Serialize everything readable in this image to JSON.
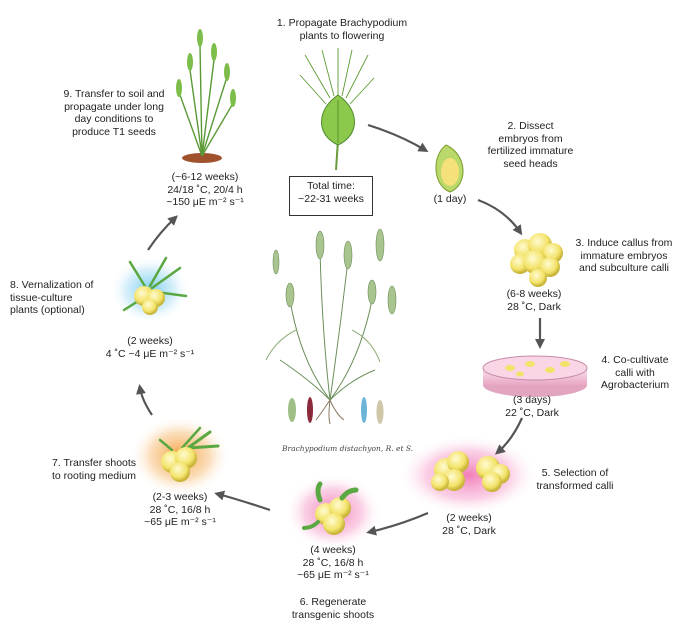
{
  "total": {
    "line1": "Total time:",
    "line2": "~22-31 weeks"
  },
  "steps": [
    {
      "label": [
        "1. Propagate Brachypodium",
        "plants to flowering"
      ],
      "cond": []
    },
    {
      "label": [
        "2. Dissect",
        "embryos from",
        "fertilized immature",
        "seed heads"
      ],
      "cond": [
        "(1 day)"
      ]
    },
    {
      "label": [
        "3. Induce callus from",
        "immature embryos",
        "and subculture calli"
      ],
      "cond": [
        "(6-8 weeks)",
        "28 ˚C, Dark"
      ]
    },
    {
      "label": [
        "4. Co-cultivate",
        "calli with",
        "Agrobacterium"
      ],
      "cond": [
        "(3 days)",
        "22 ˚C, Dark"
      ]
    },
    {
      "label": [
        "5. Selection of",
        "transformed calli"
      ],
      "cond": [
        "(2 weeks)",
        "28 ˚C, Dark"
      ]
    },
    {
      "label": [
        "6. Regenerate",
        "transgenic shoots"
      ],
      "cond": [
        "(4 weeks)",
        "28 ˚C, 16/8 h",
        "~65 μE m⁻² s⁻¹"
      ]
    },
    {
      "label": [
        "7. Transfer shoots",
        "to rooting medium"
      ],
      "cond": [
        "(2-3 weeks)",
        "28 ˚C, 16/8 h",
        "~65 μE m⁻² s⁻¹"
      ]
    },
    {
      "label": [
        "8. Vernalization of",
        "tissue-culture",
        "plants (optional)"
      ],
      "cond": [
        "(2 weeks)",
        "4 ˚C ~4 μE m⁻² s⁻¹"
      ]
    },
    {
      "label": [
        "9. Transfer to soil and",
        "propagate under long",
        "day conditions to",
        "produce T1 seeds"
      ],
      "cond": [
        "(~6-12 weeks)",
        "24/18 ˚C, 20/4 h",
        "~150 μE m⁻² s⁻¹"
      ]
    }
  ],
  "caption": "Brachypodium distachyon, R. et S.",
  "colors": {
    "arrow": "#555555",
    "callus": "#f3e36a",
    "leaf": "#5aa842",
    "pink_glow": "#f06fb0",
    "orange_glow": "#f39a2f",
    "blue_glow": "#6cc8ef"
  }
}
